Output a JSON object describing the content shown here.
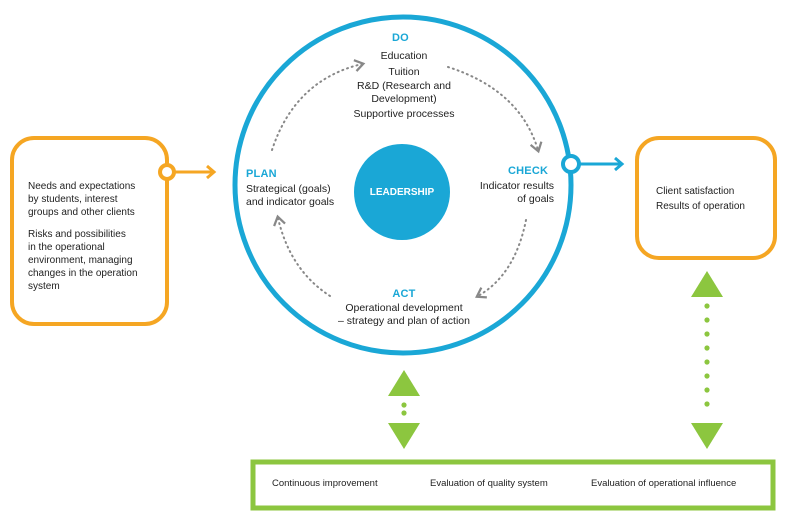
{
  "colors": {
    "blue": "#1aa7d6",
    "orange": "#f5a623",
    "green": "#8cc63f",
    "dots": "#888888"
  },
  "left_box": {
    "needs": [
      "Needs and expectations",
      "by students, interest",
      "groups and other clients"
    ],
    "risks": [
      "Risks and possibilities",
      "in the operational",
      "environment, managing",
      "changes in the operation",
      "system"
    ]
  },
  "cycle": {
    "do": {
      "title": "DO",
      "items": [
        "Education",
        "Tuition",
        "R&D (Research and",
        "Development)",
        "Supportive processes"
      ]
    },
    "plan": {
      "title": "PLAN",
      "lines": [
        "Strategical (goals)",
        "and indicator goals"
      ]
    },
    "check": {
      "title": "CHECK",
      "lines": [
        "Indicator results",
        "of goals"
      ]
    },
    "act": {
      "title": "ACT",
      "lines": [
        "Operational development",
        "– strategy and plan of action"
      ]
    },
    "center": "LEADERSHIP"
  },
  "right_box": {
    "lines": [
      "Client satisfaction",
      "Results of operation"
    ]
  },
  "bottom_box": {
    "items": [
      "Continuous improvement",
      "Evaluation of quality system",
      "Evaluation of operational influence"
    ]
  }
}
